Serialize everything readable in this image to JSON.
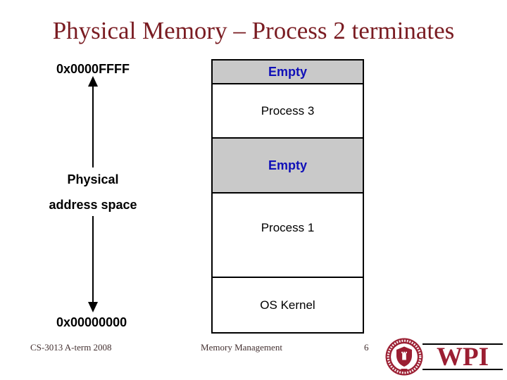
{
  "title": "Physical Memory – Process 2 terminates",
  "axis": {
    "top_address": "0x0000FFFF",
    "bottom_address": "0x00000000",
    "label_line1": "Physical",
    "label_line2": "address space"
  },
  "memory_map": {
    "segments": [
      {
        "label": "Empty",
        "kind": "empty"
      },
      {
        "label": "Process 3",
        "kind": "used"
      },
      {
        "label": "Empty",
        "kind": "empty"
      },
      {
        "label": "Process 1",
        "kind": "used"
      },
      {
        "label": "OS Kernel",
        "kind": "used"
      }
    ]
  },
  "footer": {
    "left": "CS-3013 A-term 2008",
    "center": "Memory Management",
    "page_number": "6",
    "logo_text": "WPI"
  },
  "colors": {
    "title_text": "#7A1C22",
    "empty_fill": "#C9C9C9",
    "empty_label": "#1010B8",
    "wpi_maroon": "#9B1E32"
  }
}
